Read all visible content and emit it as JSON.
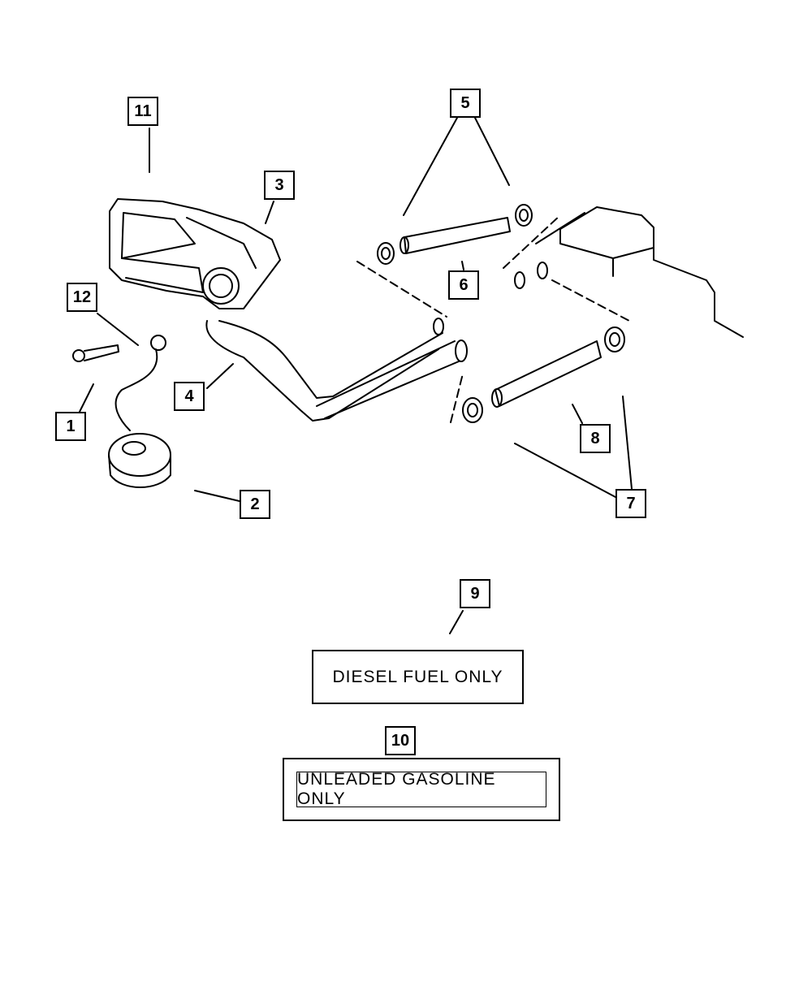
{
  "callouts": [
    {
      "id": "11",
      "text": "11"
    },
    {
      "id": "3",
      "text": "3"
    },
    {
      "id": "5",
      "text": "5"
    },
    {
      "id": "12",
      "text": "12"
    },
    {
      "id": "6",
      "text": "6"
    },
    {
      "id": "4",
      "text": "4"
    },
    {
      "id": "1",
      "text": "1"
    },
    {
      "id": "8",
      "text": "8"
    },
    {
      "id": "2",
      "text": "2"
    },
    {
      "id": "7",
      "text": "7"
    },
    {
      "id": "9",
      "text": "9"
    },
    {
      "id": "10",
      "text": "10"
    }
  ],
  "labels": {
    "diesel": "DIESEL FUEL ONLY",
    "unleaded": "UNLEADED GASOLINE ONLY"
  }
}
